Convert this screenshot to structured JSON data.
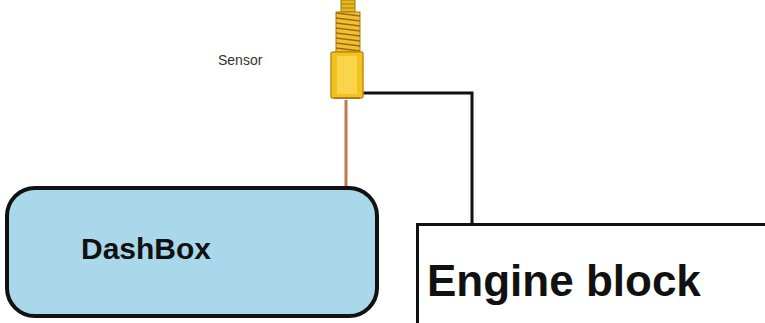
{
  "diagram": {
    "nodes": [
      {
        "text": [
          "DashBox"
        ]
      },
      {
        "text": [
          "Engine block"
        ]
      }
    ],
    "labels": [
      "Sensor"
    ]
  }
}
